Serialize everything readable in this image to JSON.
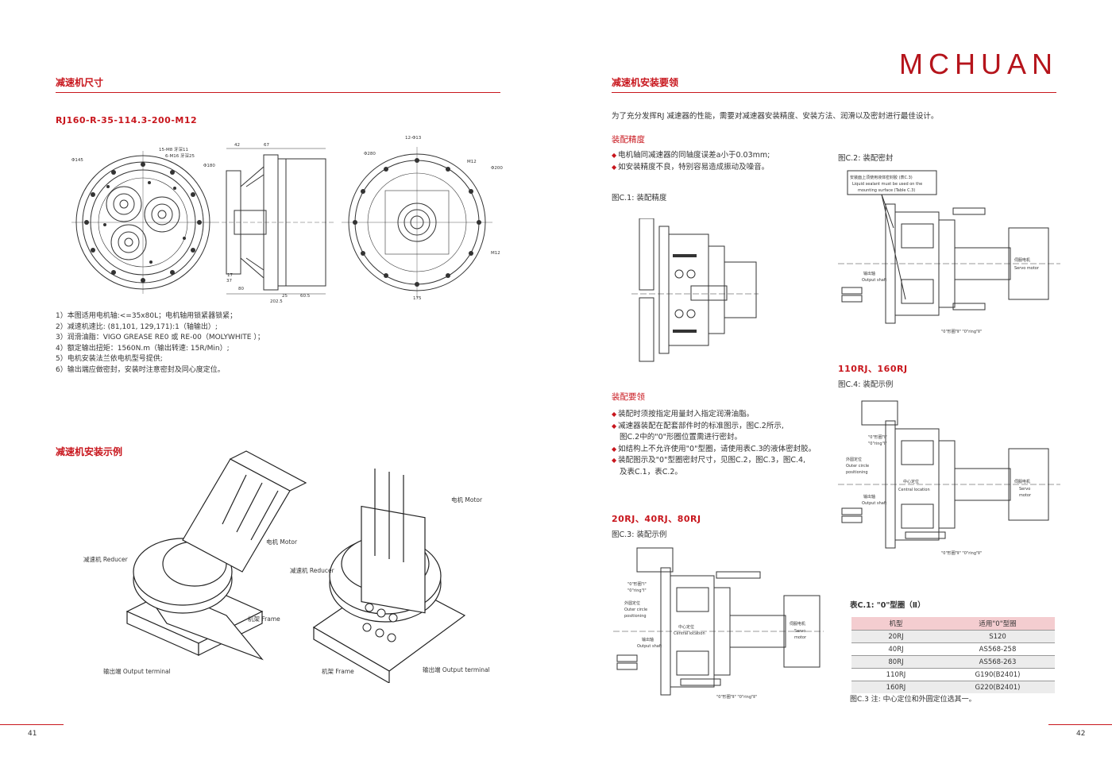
{
  "brand": "MCHUAN",
  "left": {
    "section1_title": "减速机尺寸",
    "model": "RJ160-R-35-114.3-200-M12",
    "notes": [
      "1）本图适用电机轴:<=35x80L；电机轴用锁紧器锁紧；",
      "2）减速机速比: (81,101, 129,171):1（轴输出）;",
      "3）润滑油脂：VIGO GREASE RE0 或 RE-00（MOLYWHITE ）；",
      "4）额定输出扭矩：1560N.m（输出转速: 15R/Min）;",
      "5）电机安装法兰依电机型号提供;",
      "6）输出端应做密封，安装时注意密封及同心度定位。"
    ],
    "section2_title": "减速机安装示例",
    "illustration_labels": {
      "motor1": "电机 Motor",
      "reducer1": "减速机 Reducer",
      "frame1": "机架 Frame",
      "output1": "输出端 Output terminal",
      "motor2": "电机 Motor",
      "reducer2": "减速机 Reducer",
      "frame2": "机架 Frame",
      "output2": "输出端 Output terminal"
    },
    "drawing_labels": {
      "a": "15-M8 牙深11",
      "b": "6-M16 牙深25",
      "c": "Φ180",
      "d": "Φ145",
      "e": "12-Φ13",
      "f": "Φ280",
      "g": "M12",
      "h": "Φ200",
      "i": "M12",
      "j": "42",
      "k": "67",
      "l": "202.5",
      "m": "25",
      "n": "60.5",
      "o": "175",
      "p": "37",
      "q": "80",
      "r": "17"
    },
    "page_number": "41"
  },
  "right": {
    "section_title": "减速机安装要领",
    "intro": "为了充分发挥RJ 减速器的性能，需要对减速器安装精度、安装方法、润滑以及密封进行最佳设计。",
    "precision_title": "装配精度",
    "precision_items": [
      "电机轴同减速器的同轴度误差a小于0.03mm;",
      "如安装精度不良，特别容易造成振动及噪音。"
    ],
    "fig_c1": "图C.1: 装配精度",
    "fig_c2": "图C.2: 装配密封",
    "fig_c2_labels": {
      "seal_cn": "安装面上须使用液体密封胶 (表C.3)",
      "seal_en1": "Liquid sealant must be used on the",
      "seal_en2": "mounting surface (Table C.3)",
      "servo_cn": "伺服电机",
      "servo_en": "Servo motor",
      "shaft_cn": "输出轴",
      "shaft_en": "Output shaft",
      "oring": "\"0\"形圈\"Ⅱ\" \"0\"ring\"Ⅱ\""
    },
    "sizes_title_2": "110RJ、160RJ",
    "fig_c4": "图C.4: 装配示例",
    "key_title": "装配要领",
    "key_items": [
      "装配时须按指定用量封入指定润滑油脂。",
      "减速器装配在配套部件时的标准图示，图C.2所示,",
      "图C.2中的\"0\"形圈位置需进行密封。",
      "如结构上不允许使用\"0\"型圈，请使用表C.3的液体密封胶。",
      "装配图示及\"0\"型圈密封尺寸，见图C.2，图C.3，图C.4,",
      "及表C.1，表C.2。"
    ],
    "sizes_title_1": "20RJ、40RJ、80RJ",
    "fig_c3": "图C.3: 装配示例",
    "fig_c34_labels": {
      "outer_cn": "外圆定位",
      "outer_en1": "Outer circle",
      "outer_en2": "positioning",
      "center_cn": "中心定位",
      "center_en": "Central location",
      "shaft_cn": "输出轴",
      "shaft_en": "Output shaft",
      "servo_cn": "伺服电机",
      "servo_en1": "Servo",
      "servo_en2": "motor",
      "oring_top": "\"0\"形圈\"Ⅰ\"",
      "oring_top2": "\"0\"ring\"Ⅰ\"",
      "oring_bottom": "\"0\"形圈\"Ⅱ\" \"0\"ring\"Ⅱ\""
    },
    "table_title": "表C.1: \"0\"型圈（Ⅱ）",
    "table_headers": [
      "机型",
      "适用\"0\"型圈"
    ],
    "table_rows": [
      [
        "20RJ",
        "S120"
      ],
      [
        "40RJ",
        "AS568-258"
      ],
      [
        "80RJ",
        "AS568-263"
      ],
      [
        "110RJ",
        "G190(B2401)"
      ],
      [
        "160RJ",
        "G220(B2401)"
      ]
    ],
    "table_note": "图C.3 注: 中心定位和外圆定位选其一。",
    "page_number": "42"
  }
}
